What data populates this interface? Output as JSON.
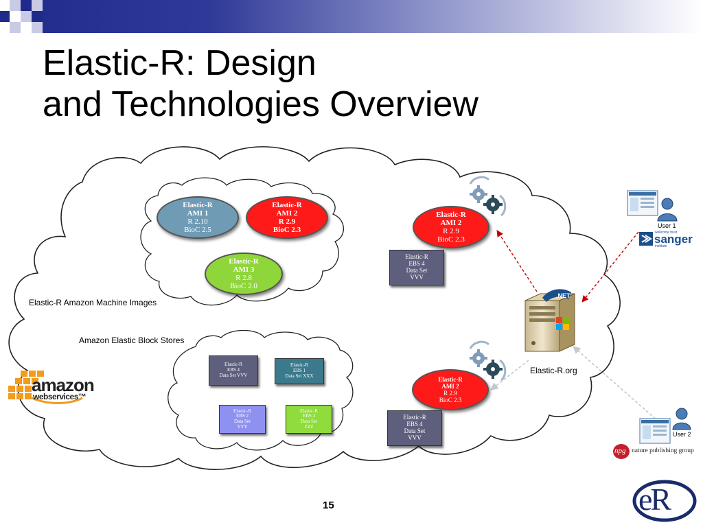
{
  "slide": {
    "title_line1": "Elastic-R: Design",
    "title_line2": "and Technologies Overview",
    "page_number": "15"
  },
  "labels": {
    "ami_images": "Elastic-R Amazon Machine Images",
    "block_stores": "Amazon Elastic Block Stores",
    "elastic_r_org": "Elastic-R.org",
    "user1": "User 1",
    "user2": "User 2",
    "net_badge": ".NET"
  },
  "logos": {
    "amazon_main": "amazon",
    "amazon_sub": "webservices™",
    "sanger_top": "wellcome trust",
    "sanger_main": "sanger",
    "sanger_sub": "institute",
    "npg_mark": "npg",
    "npg_text": "nature publishing group",
    "er_logo": "eR"
  },
  "amis": [
    {
      "l1": "Elastic-R",
      "l2": "AMI 1",
      "l3": "R 2.10",
      "l4": "BioC 2.5",
      "color": "#6f9bb5"
    },
    {
      "l1": "Elastic-R",
      "l2": "AMI 2",
      "l3": "R 2.9",
      "l4": "BioC 2.3",
      "color": "#ff1a1a"
    },
    {
      "l1": "Elastic-R",
      "l2": "AMI 3",
      "l3": "R 2.8",
      "l4": "BioC 2.0",
      "color": "#8fd63a"
    }
  ],
  "instances": [
    {
      "l1": "Elastic-R",
      "l2": "AMI 2",
      "l3": "R 2.9",
      "l4": "BioC 2.3",
      "color": "#ff1a1a"
    },
    {
      "l1": "Elastic-R",
      "l2": "AMI 2",
      "l3": "R 2.9",
      "l4": "BioC 2.3",
      "color": "#ff1a1a"
    }
  ],
  "attached_ebs": [
    {
      "l1": "Elastic-R",
      "l2": "EBS 4",
      "l3": "Data Set",
      "l4": "VVV",
      "color": "#5e5f7c"
    },
    {
      "l1": "Elastic-R",
      "l2": "EBS 4",
      "l3": "Data Set",
      "l4": "VVV",
      "color": "#5e5f7c"
    }
  ],
  "ebs_store": [
    {
      "l1": "Elastic-R",
      "l2": "EBS 4",
      "l3": "Data Set VVV",
      "l4": "",
      "color": "#5e5f7c"
    },
    {
      "l1": "Elastic-R",
      "l2": "EBS 1",
      "l3": "Data Set XXX",
      "l4": "",
      "color": "#3b7a8c"
    },
    {
      "l1": "Elastic-R",
      "l2": "EBS 2",
      "l3": "Data Set",
      "l4": "YYY",
      "color": "#8f91f0"
    },
    {
      "l1": "Elastic-R",
      "l2": "EBS 3",
      "l3": "Data Set",
      "l4": "ZZZ",
      "color": "#8fdc3c"
    }
  ],
  "colors": {
    "arrow_red": "#c00000",
    "arrow_grey": "#c0c8d0",
    "topbar_dark": "#1f2a8a"
  }
}
